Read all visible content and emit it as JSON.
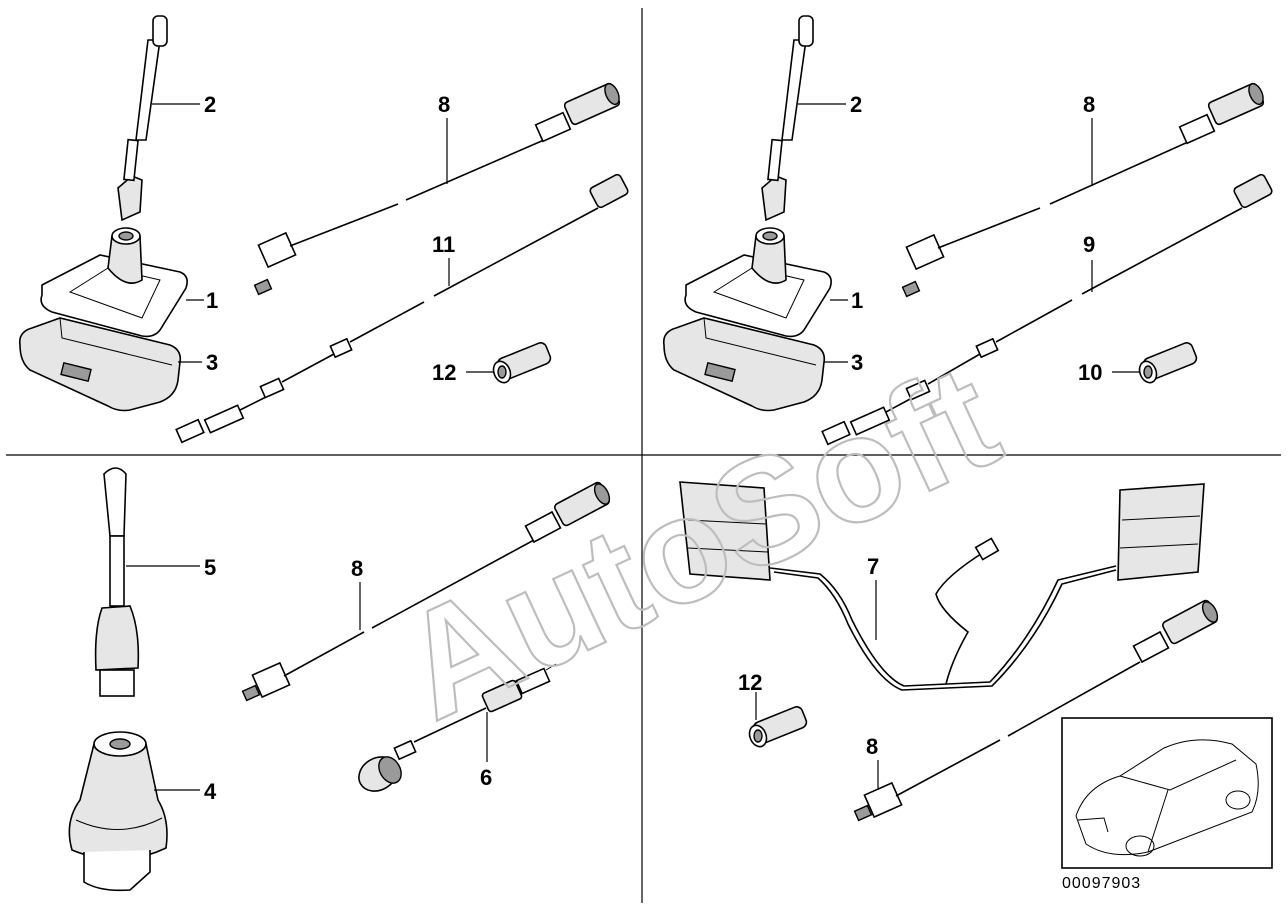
{
  "diagram": {
    "watermark": "AutoSoft",
    "document_number": "00097903",
    "callouts": {
      "tl_2": "2",
      "tl_8": "8",
      "tl_1": "1",
      "tl_3": "3",
      "tl_11": "11",
      "tl_12": "12",
      "tr_2": "2",
      "tr_8": "8",
      "tr_1": "1",
      "tr_9": "9",
      "tr_3": "3",
      "tr_10": "10",
      "bl_5": "5",
      "bl_8": "8",
      "bl_4": "4",
      "bl_6": "6",
      "br_7": "7",
      "br_12": "12",
      "br_8": "8"
    }
  }
}
